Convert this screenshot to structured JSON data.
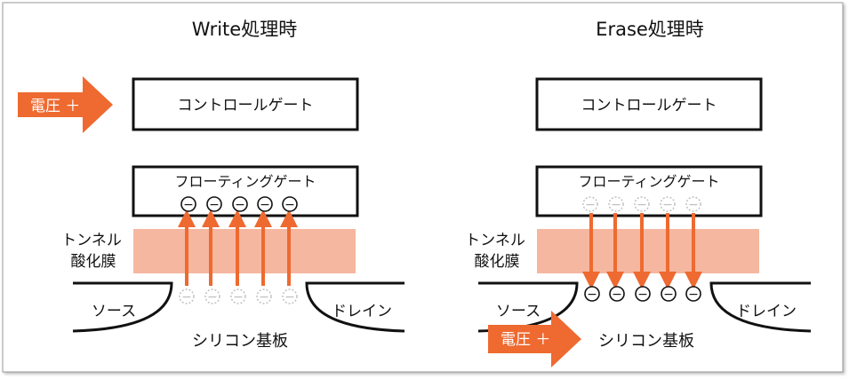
{
  "colors": {
    "accent": "#ee6a30",
    "oxide": "#f5b7a0",
    "ghost_electron": "#bdbdbd",
    "line": "#111111",
    "frame": "#9a9a9a"
  },
  "electron_symbol": "−",
  "panels": {
    "write": {
      "title": "Write処理時",
      "control_gate": "コントロールゲート",
      "floating_gate": "フローティングゲート",
      "tunnel_oxide_line1": "トンネル",
      "tunnel_oxide_line2": "酸化膜",
      "source": "ソース",
      "drain": "ドレイン",
      "substrate": "シリコン基板",
      "voltage_label": "電圧 ＋"
    },
    "erase": {
      "title": "Erase処理時",
      "control_gate": "コントロールゲート",
      "floating_gate": "フローティングゲート",
      "tunnel_oxide_line1": "トンネル",
      "tunnel_oxide_line2": "酸化膜",
      "source": "ソース",
      "drain": "ドレイン",
      "substrate": "シリコン基板",
      "voltage_label": "電圧 ＋"
    }
  }
}
